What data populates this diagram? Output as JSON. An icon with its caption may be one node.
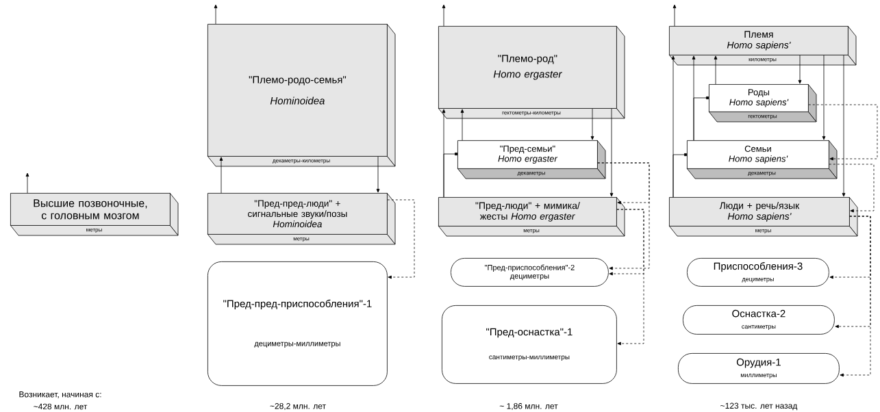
{
  "diagram": {
    "nodes": [
      {
        "text": [
          "Высшие позвоночные, с головным мозгом",
          "метры"
        ]
      },
      {
        "text": [
          "\"Племо-родо-семья\"",
          "Hominoidea",
          "декаметры-километры"
        ]
      },
      {
        "text": [
          "\"Пред-пред-люди\" + сигнальные звуки/позы",
          "Hominoidea",
          "метры"
        ]
      },
      {
        "text": [
          "\"Пред-пред-приспособления\"-1",
          "дециметры-миллиметры"
        ]
      },
      {
        "text": [
          "\"Племо-род\"",
          "Homo ergaster",
          "гектометры-километры"
        ]
      },
      {
        "text": [
          "\"Пред-семьи\"",
          "Homo ergaster",
          "декаметры"
        ]
      },
      {
        "text": [
          "\"Пред-люди\" + мимика/ жесты *Homo ergaster*",
          "метры"
        ]
      },
      {
        "text": [
          "\"Пред-приспособления\"-2",
          "дециметры"
        ]
      },
      {
        "text": [
          "\"Пред-оснастка\"-1",
          "сантиметры-миллиметры"
        ]
      },
      {
        "text": [
          "Племя",
          "Homo sapiens'",
          "километры"
        ]
      },
      {
        "text": [
          "Роды",
          "Homo sapiens'",
          "гектометры"
        ]
      },
      {
        "text": [
          "Семьи",
          "Homo sapiens'",
          "декаметры"
        ]
      },
      {
        "text": [
          "Люди + речь/язык",
          "Homo sapiens'",
          "метры"
        ]
      },
      {
        "text": [
          "Приспособления-3",
          "дециметры"
        ]
      },
      {
        "text": [
          "Оснастка-2",
          "сантиметры"
        ]
      },
      {
        "text": [
          "Орудия-1",
          "миллиметры"
        ]
      }
    ],
    "edges": [
      {
        "from": 0,
        "to": null,
        "arrow": "to"
      },
      {
        "from": 1,
        "to": null,
        "arrow": "to"
      },
      {
        "from": 4,
        "to": null,
        "arrow": "to"
      },
      {
        "from": 9,
        "to": null,
        "arrow": "to"
      },
      {
        "from": 2,
        "to": 1,
        "arrow": "to"
      },
      {
        "from": 1,
        "to": 2,
        "arrow": "to"
      },
      {
        "from": 2,
        "to": 3,
        "arrow": "to",
        "style": "dashed"
      },
      {
        "from": 5,
        "to": 4,
        "arrow": "to"
      },
      {
        "from": 4,
        "to": 5,
        "arrow": "to"
      },
      {
        "from": 6,
        "to": 4,
        "arrow": "to"
      },
      {
        "from": 4,
        "to": 6,
        "arrow": "to"
      },
      {
        "from": 6,
        "to": 5,
        "arrow": "other"
      },
      {
        "from": 5,
        "to": 6,
        "arrow": "to",
        "style": "dashed"
      },
      {
        "from": 6,
        "to": 7,
        "arrow": "to",
        "style": "dashed"
      },
      {
        "from": 6,
        "to": 8,
        "arrow": "to",
        "style": "dashed"
      },
      {
        "from": 5,
        "to": 7,
        "arrow": "to",
        "style": "dashed"
      },
      {
        "from": 10,
        "to": 9,
        "arrow": "to"
      },
      {
        "from": 9,
        "to": 10,
        "arrow": "to"
      },
      {
        "from": 11,
        "to": 9,
        "arrow": "to"
      },
      {
        "from": 9,
        "to": 11,
        "arrow": "to"
      },
      {
        "from": 12,
        "to": 9,
        "arrow": "to"
      },
      {
        "from": 9,
        "to": 12,
        "arrow": "to"
      },
      {
        "from": 11,
        "to": 10,
        "arrow": "other"
      },
      {
        "from": 12,
        "to": 11,
        "arrow": "other"
      },
      {
        "from": 10,
        "to": 11,
        "arrow": "to",
        "style": "dashed"
      },
      {
        "from": 11,
        "to": 12,
        "arrow": "to",
        "style": "dashed"
      },
      {
        "from": 12,
        "to": 13,
        "arrow": "to",
        "style": "dashed"
      },
      {
        "from": 12,
        "to": 14,
        "arrow": "to",
        "style": "dashed"
      },
      {
        "from": 12,
        "to": 15,
        "arrow": "to",
        "style": "dashed"
      }
    ],
    "labels": [
      "Возникает, начиная с:",
      "~428 млн. лет",
      "~28,2 млн. лет",
      "~ 1,86 млн. лет",
      "~123 тыс. лет назад"
    ]
  }
}
